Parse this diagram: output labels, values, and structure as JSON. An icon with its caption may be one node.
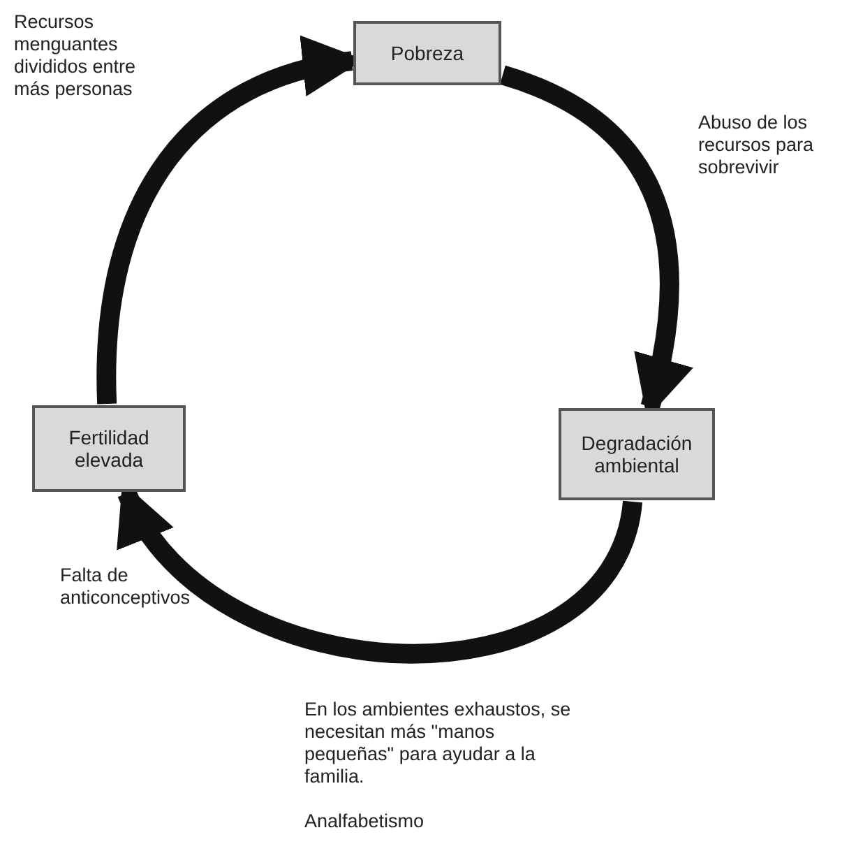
{
  "diagram": {
    "nodes": [
      {
        "text": [
          "Pobreza"
        ]
      },
      {
        "text": [
          "Degradación ambiental"
        ]
      },
      {
        "text": [
          "Fertilidad elevada"
        ]
      }
    ],
    "edges": [
      {
        "from": 0,
        "to": 1,
        "arrow": "to",
        "label": "Abuso de los recursos para sobrevivir"
      },
      {
        "from": 1,
        "to": 2,
        "arrow": "to",
        "label": "En los ambientes exhaustos, se necesitan más \"manos pequeñas\" para ayudar a la familia."
      },
      {
        "from": 2,
        "to": 0,
        "arrow": "to",
        "label": "Recursos menguantes divididos entre más personas"
      }
    ],
    "labels": [
      "Falta de anticonceptivos",
      "Analfabetismo"
    ]
  }
}
